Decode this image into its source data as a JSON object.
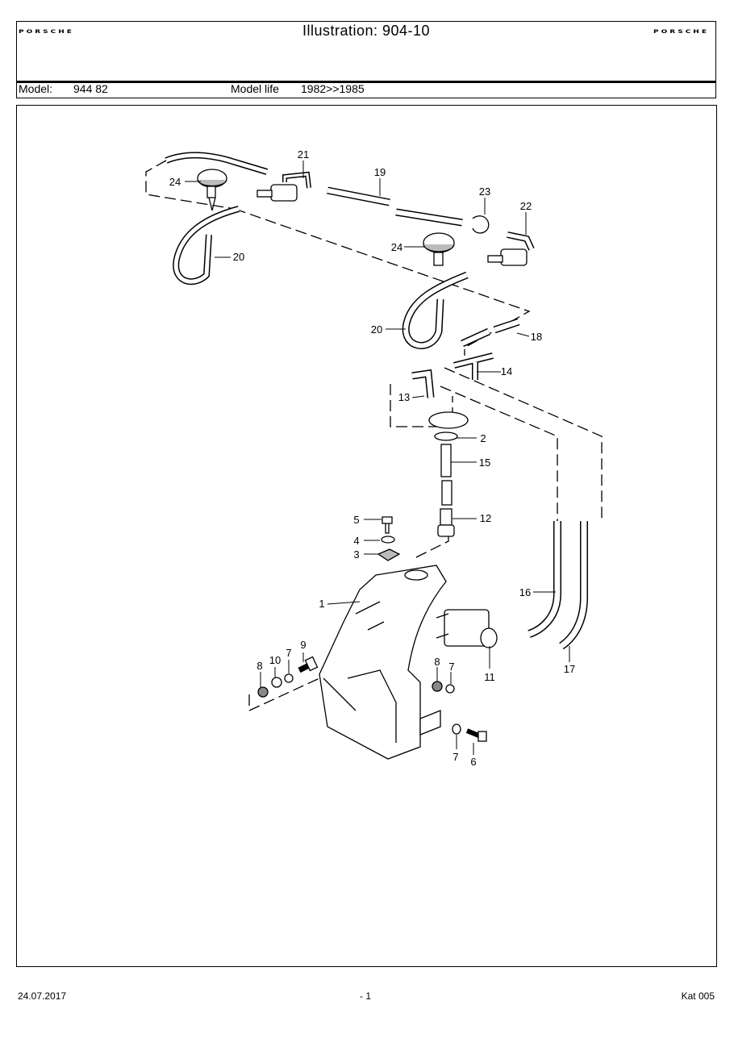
{
  "header": {
    "brand_left": "PORSCHE",
    "brand_right": "PORSCHE",
    "title": "Illustration: 904-10",
    "model_label": "Model:",
    "model_value": "944 82",
    "model_life_label": "Model life",
    "model_life_value": "1982>>1985"
  },
  "diagram": {
    "callouts": [
      "21",
      "19",
      "23",
      "22",
      "24",
      "20",
      "24",
      "20",
      "18",
      "14",
      "13",
      "2",
      "15",
      "12",
      "5",
      "4",
      "3",
      "1",
      "16",
      "9",
      "8",
      "10",
      "7",
      "8",
      "7",
      "11",
      "17",
      "7",
      "6"
    ]
  },
  "footer": {
    "date": "24.07.2017",
    "page": "- 1",
    "catalog": "Kat 005"
  }
}
